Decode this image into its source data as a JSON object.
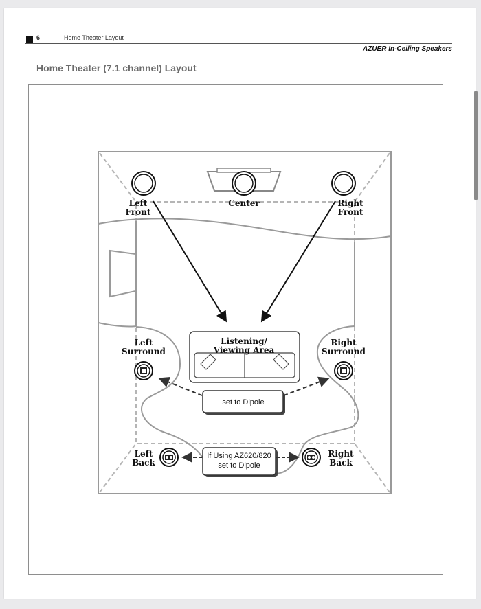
{
  "header": {
    "page_number": "6",
    "section": "Home Theater Layout",
    "brand": "AZUER In-Ceiling Speakers"
  },
  "title": "Home Theater (7.1 channel) Layout",
  "diagram": {
    "speakers": {
      "left_front": [
        "Left",
        "Front"
      ],
      "center": [
        "Center"
      ],
      "right_front": [
        "Right",
        "Front"
      ],
      "left_surround": [
        "Left",
        "Surround"
      ],
      "right_surround": [
        "Right",
        "Surround"
      ],
      "left_back": [
        "Left",
        "Back"
      ],
      "right_back": [
        "Right",
        "Back"
      ]
    },
    "listening_area": [
      "Listening/",
      "Viewing Area"
    ],
    "notes": {
      "dipole": "set to Dipole",
      "back_dipole": [
        "If Using AZ620/820",
        "set to Dipole"
      ]
    }
  }
}
